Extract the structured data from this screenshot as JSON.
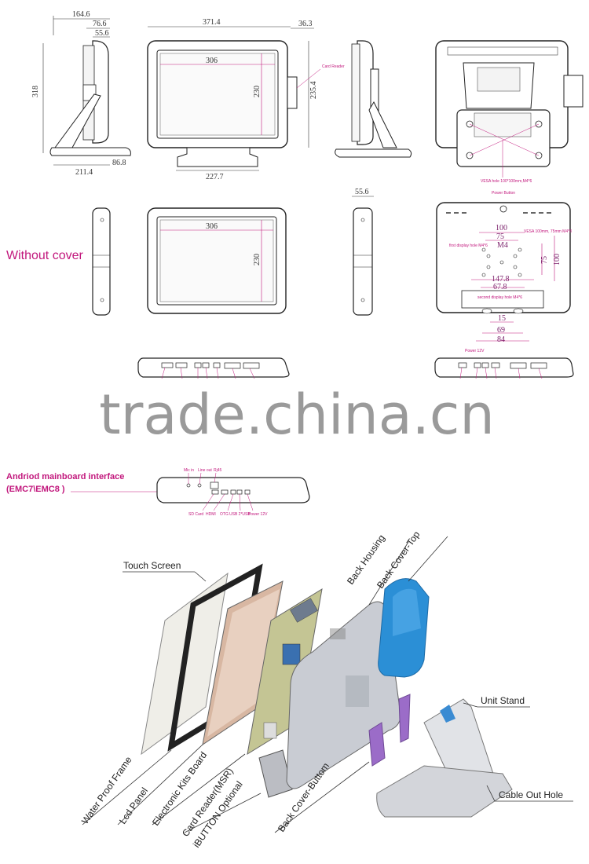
{
  "drawings": {
    "side_view": {
      "d_164_6": "164.6",
      "d_76_6": "76.6",
      "d_55_6": "55.6",
      "d_318": "318",
      "d_211_4": "211.4",
      "d_86_8": "86.8"
    },
    "front_view": {
      "d_371_4": "371.4",
      "d_36_3": "36.3",
      "d_306": "306",
      "d_230": "230",
      "d_235_4": "235.4",
      "d_227_7": "227.7",
      "card_reader": "Card Reader"
    },
    "back_view": {
      "vesa_note": "VESA hole 100*100mm,M4*6"
    },
    "back_no_cover": {
      "power_button": "Power Button",
      "d_100": "100",
      "d_75": "75",
      "d_m4": "M4",
      "vesa_note": "VESA 100mm, 75mm M4*8",
      "first_hole": "first display hole M4*6",
      "d_75v": "75",
      "d_100v": "100",
      "d_147_8": "147.8",
      "d_67_8": "67.8",
      "second_hole": "second display hole M4*6",
      "d_15": "15",
      "d_69": "69",
      "d_84": "84"
    },
    "without_cover": {
      "label": "Without cover",
      "d_306": "306",
      "d_230": "230",
      "d_55_6": "55.6"
    },
    "ports_right": {
      "power": "Power 12V"
    }
  },
  "watermark": "trade.china.cn",
  "android": {
    "title_line1": "Andriod mainboard interface",
    "title_line2": "(EMC7\\EMC8 )",
    "top_labels": [
      "Mic in",
      "Line out",
      "Rj45"
    ],
    "bottom_labels": [
      "SD Card",
      "HDMI",
      "OTG",
      "USB 2*USB",
      "Power 12V"
    ]
  },
  "exploded": {
    "labels": {
      "touch_screen": "Touch Screen",
      "back_housing": "Back Housing",
      "back_cover_top": "Back Cover-Top",
      "unit_stand": "Unit Stand",
      "cable_out_hole": "Cable Out Hole",
      "water_proof_frame": "Water Proof Frame",
      "lcd_panel": "Lcd Panel",
      "electronic_kits_board": "Electronic Kits Board",
      "card_reader_msr": "Card Reader(MSR)",
      "ibutton": "iBUTTON Optional",
      "back_cover_buttom": "Back Cover-Buttom"
    }
  },
  "colors": {
    "magenta": "#c2187d",
    "blue_cover": "#2b8fd6",
    "purple": "#9b6cc8",
    "olive_board": "#b8b98a",
    "grey_housing": "#c9ccd3"
  }
}
